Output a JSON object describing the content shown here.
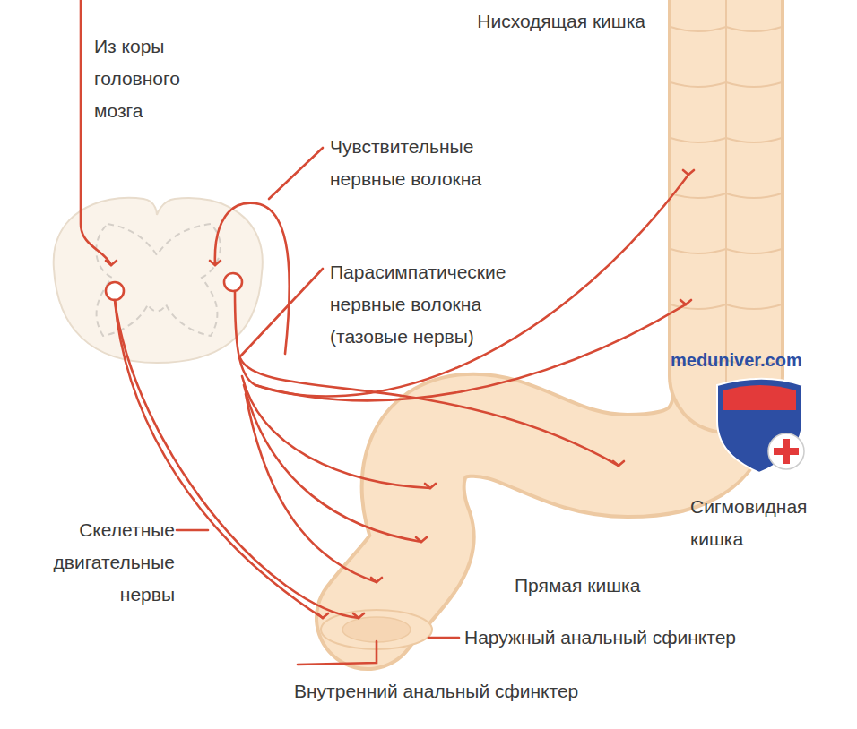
{
  "diagram": {
    "labels": [
      "Из коры головного мозга",
      "Нисходящая кишка",
      "Чувствительные нервные волокна",
      "Парасимпатические нервные волокна (тазовые нервы)",
      "meduniver.com",
      "Сигмовидная кишка",
      "Прямая кишка",
      "Скелетные двигательные нервы",
      "Наружный анальный сфинктер",
      "Внутренний анальный сфинктер"
    ]
  }
}
